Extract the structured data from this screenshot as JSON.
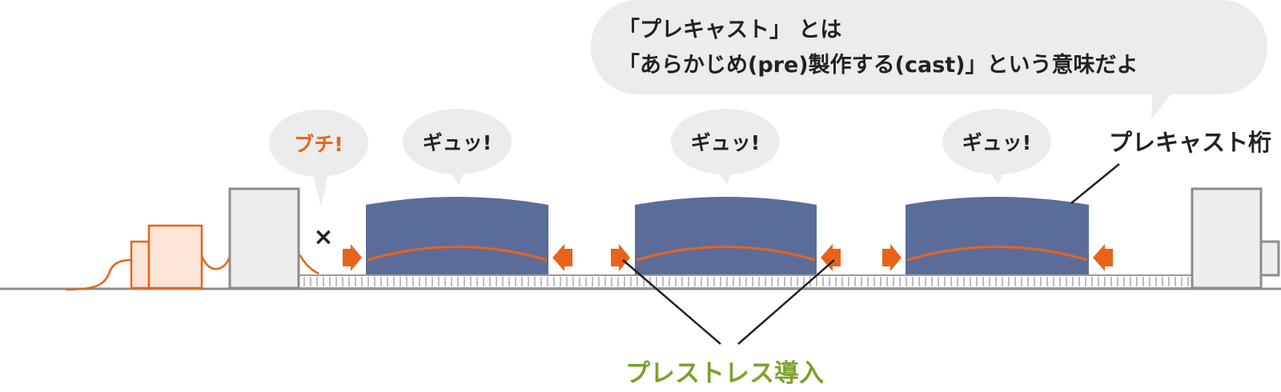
{
  "explanation": {
    "line1": "「プレキャスト」 とは",
    "line2": "「あらかじめ(pre)製作する(cast)」という意味だよ"
  },
  "bubbles": {
    "snap": "ブチ!",
    "squeeze1": "ギュッ!",
    "squeeze2": "ギュッ!",
    "squeeze3": "ギュッ!"
  },
  "labels": {
    "precast_girder": "プレキャスト桁",
    "pretension": "プレストレス導入",
    "broken_mark": "×"
  },
  "colors": {
    "girder": "#5b6c9b",
    "tendon": "#e8631a",
    "bubble": "#ececec",
    "abutment_fill": "#eeeeee",
    "abutment_stroke": "#8c8c8c",
    "accent_green": "#7aa32b",
    "anchor_fill": "#fde5d8"
  }
}
